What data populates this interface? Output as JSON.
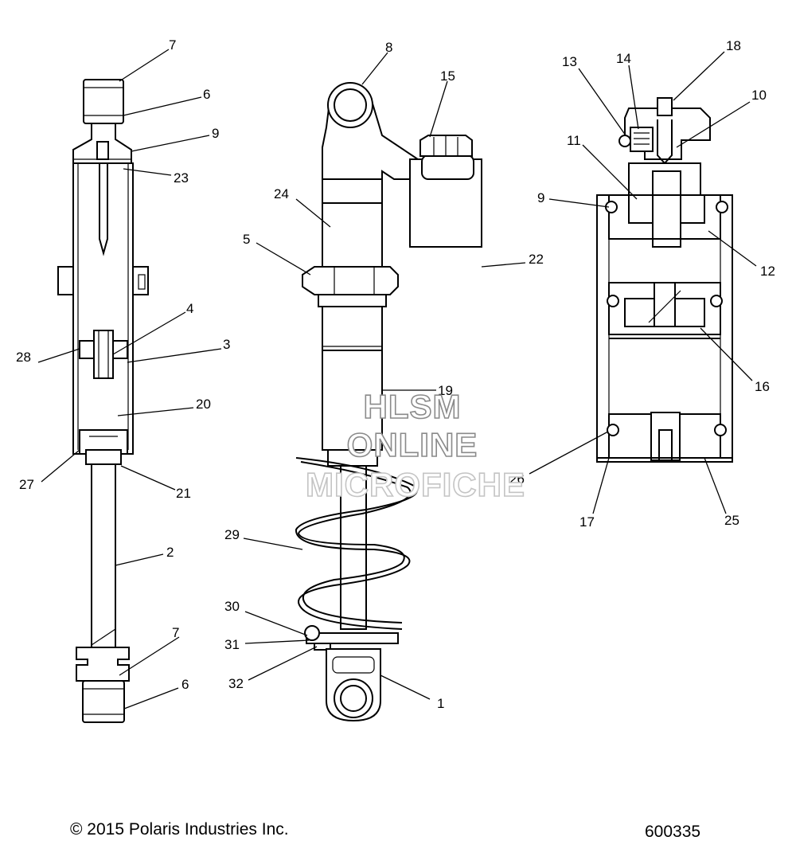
{
  "callouts": [
    {
      "id": "c7a",
      "text": "7"
    },
    {
      "id": "c6a",
      "text": "6"
    },
    {
      "id": "c9a",
      "text": "9"
    },
    {
      "id": "c23",
      "text": "23"
    },
    {
      "id": "c4",
      "text": "4"
    },
    {
      "id": "c3",
      "text": "3"
    },
    {
      "id": "c28",
      "text": "28"
    },
    {
      "id": "c20",
      "text": "20"
    },
    {
      "id": "c27",
      "text": "27"
    },
    {
      "id": "c21",
      "text": "21"
    },
    {
      "id": "c2",
      "text": "2"
    },
    {
      "id": "c7b",
      "text": "7"
    },
    {
      "id": "c6b",
      "text": "6"
    },
    {
      "id": "c8",
      "text": "8"
    },
    {
      "id": "c15",
      "text": "15"
    },
    {
      "id": "c24",
      "text": "24"
    },
    {
      "id": "c5",
      "text": "5"
    },
    {
      "id": "c22",
      "text": "22"
    },
    {
      "id": "c19",
      "text": "19"
    },
    {
      "id": "c29",
      "text": "29"
    },
    {
      "id": "c30",
      "text": "30"
    },
    {
      "id": "c31",
      "text": "31"
    },
    {
      "id": "c32",
      "text": "32"
    },
    {
      "id": "c1",
      "text": "1"
    },
    {
      "id": "c13",
      "text": "13"
    },
    {
      "id": "c14",
      "text": "14"
    },
    {
      "id": "c18",
      "text": "18"
    },
    {
      "id": "c10",
      "text": "10"
    },
    {
      "id": "c11",
      "text": "11"
    },
    {
      "id": "c9b",
      "text": "9"
    },
    {
      "id": "c12",
      "text": "12"
    },
    {
      "id": "c16",
      "text": "16"
    },
    {
      "id": "c26",
      "text": "26"
    },
    {
      "id": "c17",
      "text": "17"
    },
    {
      "id": "c25",
      "text": "25"
    }
  ],
  "watermark": {
    "line1": "HLSM",
    "line2": "ONLINE",
    "line3": "MICROFICHE"
  },
  "footer": {
    "copyright": "© 2015 Polaris Industries Inc.",
    "figure_number": "600335"
  }
}
